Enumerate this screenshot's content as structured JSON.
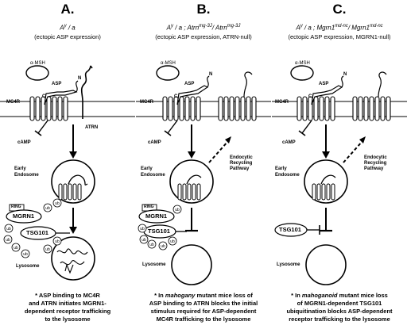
{
  "panels": [
    {
      "letter": "A.",
      "genotype_base": "A",
      "genotype_sup": "y",
      "genotype_rest": " / a",
      "genotype_gene1": "",
      "genotype_gene1_sup": "",
      "genotype_sep": "",
      "genotype_gene2": "",
      "genotype_gene2_sup": "",
      "subtitle": "(ectopic ASP expression)",
      "labels": {
        "msh": "α-MSH",
        "asp": "ASP",
        "mc4r": "MC4R",
        "atrn": "ATRN",
        "camp": "cAMP",
        "early": "Early",
        "endosome": "Endosome",
        "lysosome": "Lysosome",
        "ring": "RING",
        "mgrn1": "MGRN1",
        "tsg101": "TSG101",
        "ub": "ub",
        "c": "C",
        "n": "N"
      },
      "caption_lines": [
        "* ASP binding to MC4R",
        "and ATRN initiates MGRN1-",
        "dependent receptor trafficking",
        "to the lysosome"
      ]
    },
    {
      "letter": "B.",
      "genotype_base": "A",
      "genotype_sup": "y",
      "genotype_rest": " / a ; ",
      "genotype_gene1": "Atrn",
      "genotype_gene1_sup": "mg-3J",
      "genotype_sep": "/ ",
      "genotype_gene2": "Atrn",
      "genotype_gene2_sup": "mg-3J",
      "subtitle": "(ectopic ASP expression, ATRN-null)",
      "labels": {
        "msh": "α-MSH",
        "asp": "ASP",
        "mc4r": "MC4R",
        "camp": "cAMP",
        "early": "Early",
        "endosome": "Endosome",
        "lysosome": "Lysosome",
        "ring": "RING",
        "mgrn1": "MGRN1",
        "tsg101": "TSG101",
        "ub": "ub",
        "recycling1": "Endocytic",
        "recycling2": "Recycling",
        "recycling3": "Pathway",
        "c": "C",
        "n": "N"
      },
      "caption_pre": "* In ",
      "caption_em": "mahogany",
      "caption_post": " mutant mice loss of",
      "caption_lines": [
        "ASP binding to ATRN blocks the initial",
        "stimulus required for ASP-dependent",
        "MC4R trafficking to the lysosome"
      ]
    },
    {
      "letter": "C.",
      "genotype_base": "A",
      "genotype_sup": "y",
      "genotype_rest": " / a ; ",
      "genotype_gene1": "Mgrn1",
      "genotype_gene1_sup": "md-nc",
      "genotype_sep": "/ ",
      "genotype_gene2": "Mgrn1",
      "genotype_gene2_sup": "md-nc",
      "subtitle": "(ectopic ASP expression, MGRN1-null)",
      "labels": {
        "msh": "α-MSH",
        "asp": "ASP",
        "mc4r": "MC4R",
        "camp": "cAMP",
        "early": "Early",
        "endosome": "Endosome",
        "lysosome": "Lysosome",
        "tsg101": "TSG101",
        "recycling1": "Endocytic",
        "recycling2": "Recycling",
        "recycling3": "Pathway",
        "c": "C",
        "n": "N"
      },
      "caption_pre": "* In ",
      "caption_em": "mahoganoid",
      "caption_post": " mutant mice loss",
      "caption_lines": [
        "of MGRN1-dependent TSG101",
        "ubiquitination blocks ASP-dependent",
        "receptor trafficking to the lysosome"
      ]
    }
  ]
}
